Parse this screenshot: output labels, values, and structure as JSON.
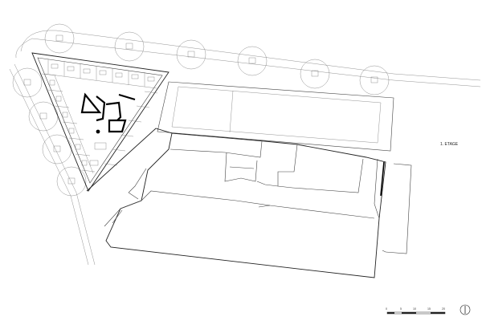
{
  "drawing": {
    "floor_label": "1. ETAGE",
    "scale_bar": {
      "ticks": [
        "0",
        "5",
        "10",
        "15",
        "20"
      ]
    },
    "north_arrow_icon": "north-arrow-icon",
    "street_tree_icon": "tree-circle-icon",
    "line_color": "#222222",
    "background": "#ffffff"
  }
}
